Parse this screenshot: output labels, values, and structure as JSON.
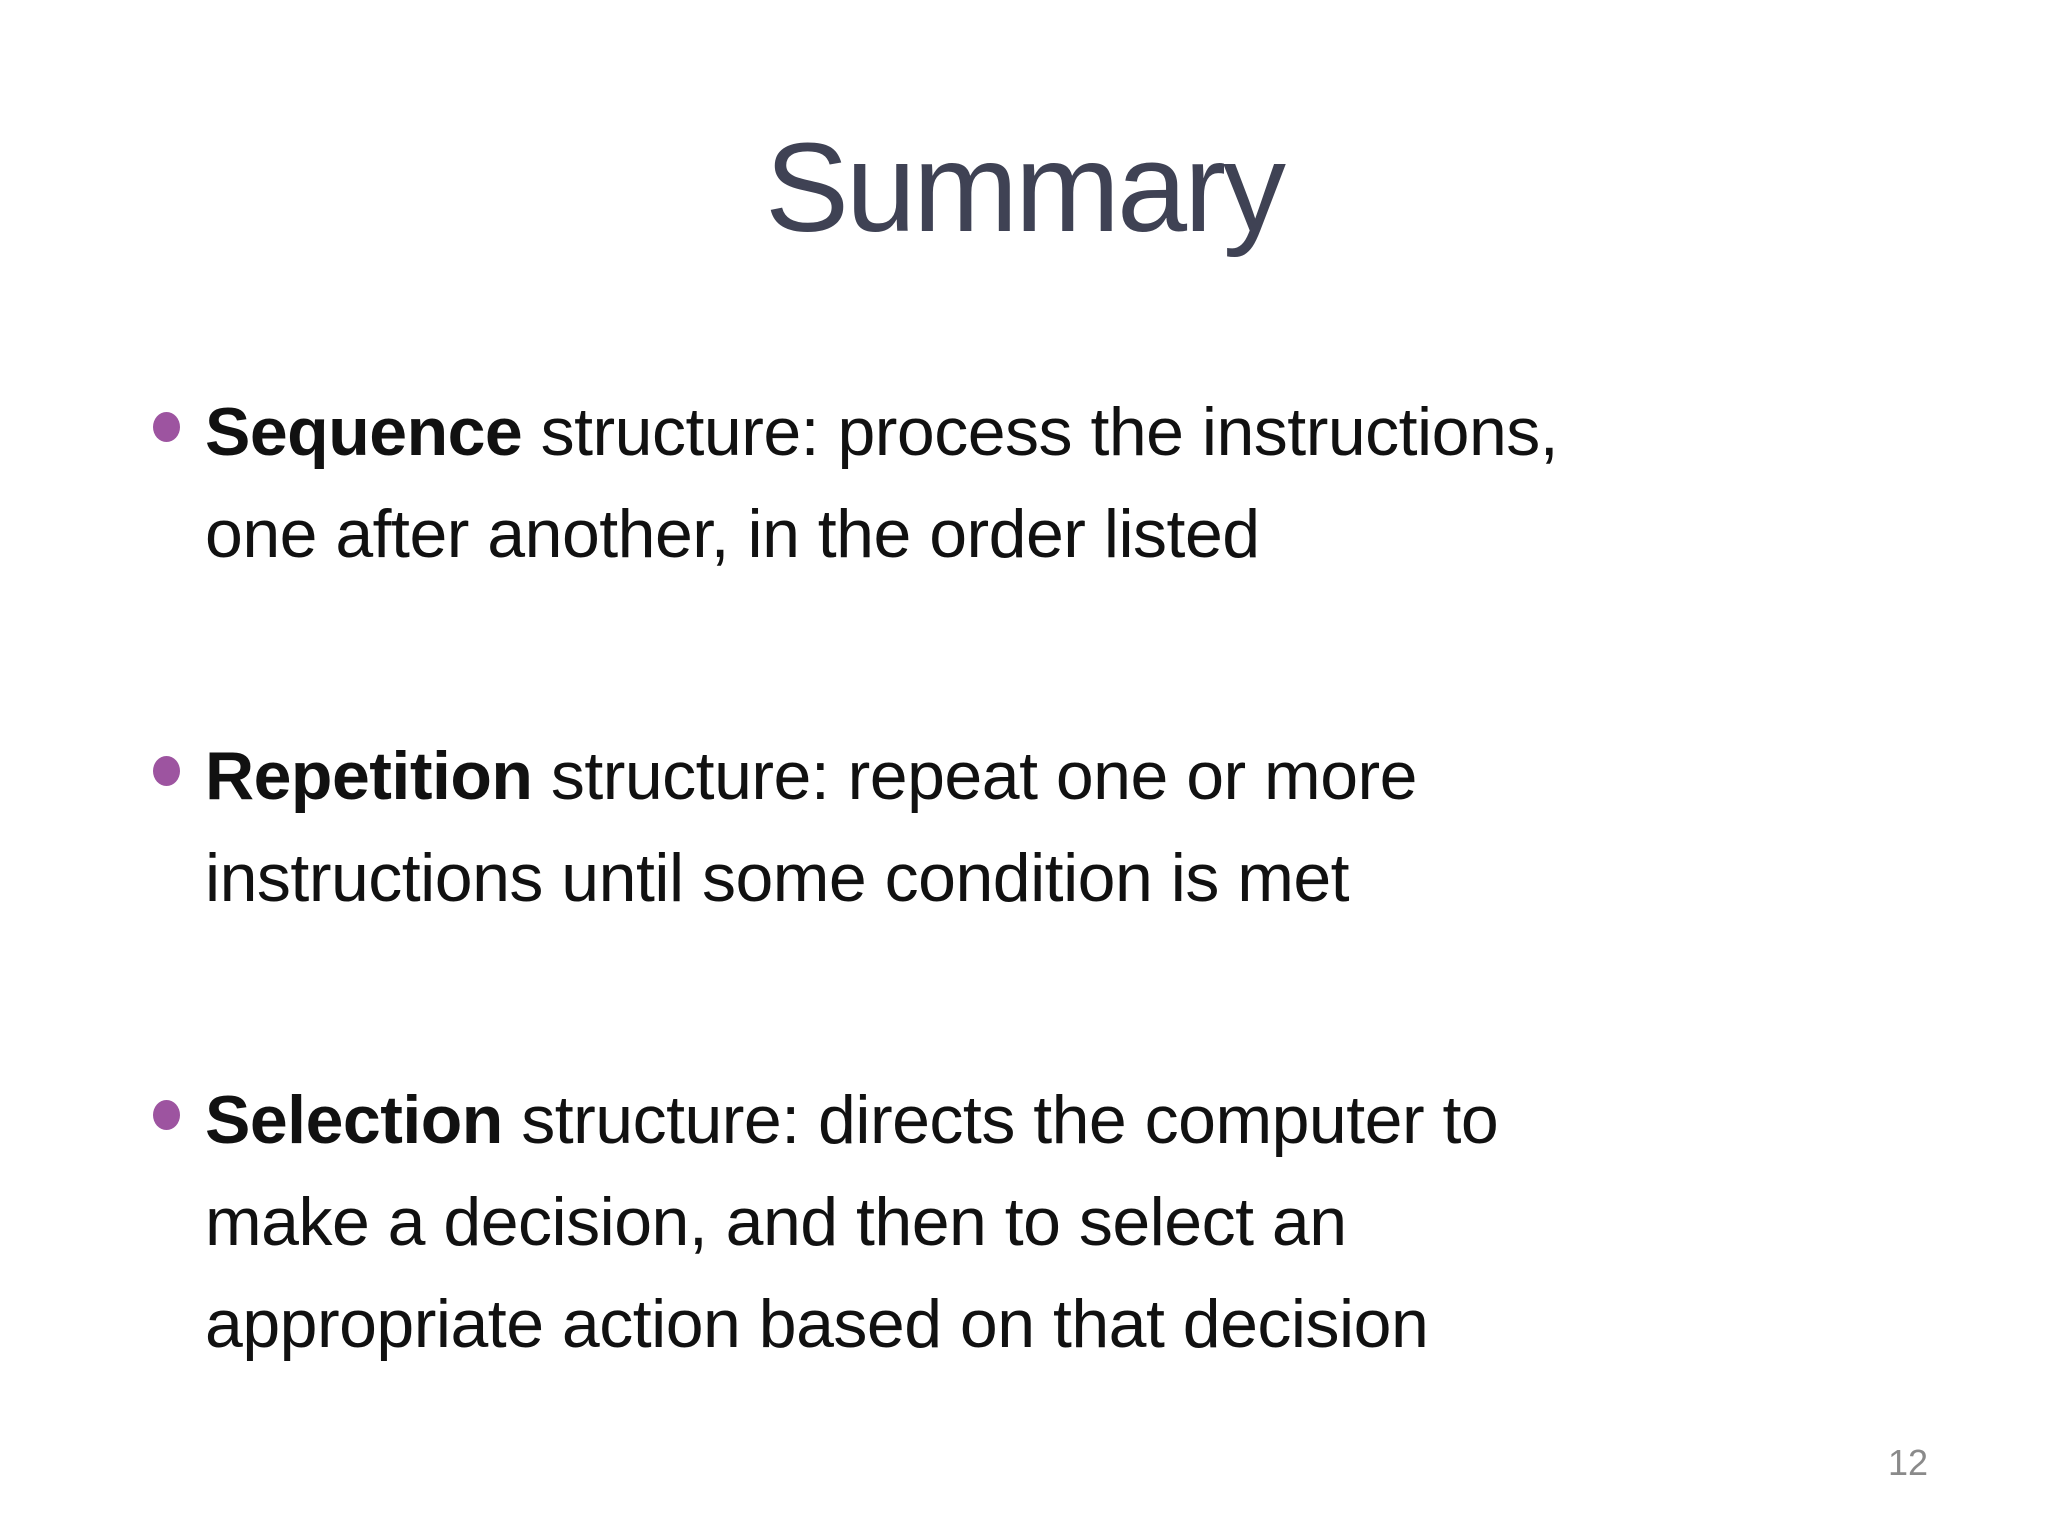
{
  "slide": {
    "title": "Summary",
    "page_number": "12",
    "colors": {
      "background": "#FFFFFF",
      "title_text": "#3F4254",
      "body_text": "#111111",
      "bullet_marker": "#9D54A0",
      "page_number_text": "#8A8A8A"
    },
    "bullets": [
      {
        "keyword": "Sequence",
        "lines": [
          " structure: process the instructions,",
          "one after another, in the order listed"
        ]
      },
      {
        "keyword": "Repetition",
        "lines": [
          " structure: repeat one or more",
          "instructions until some condition is met"
        ]
      },
      {
        "keyword": "Selection",
        "lines": [
          " structure: directs the computer to",
          "make a decision, and then to select an",
          "appropriate action based on that decision"
        ]
      }
    ]
  }
}
